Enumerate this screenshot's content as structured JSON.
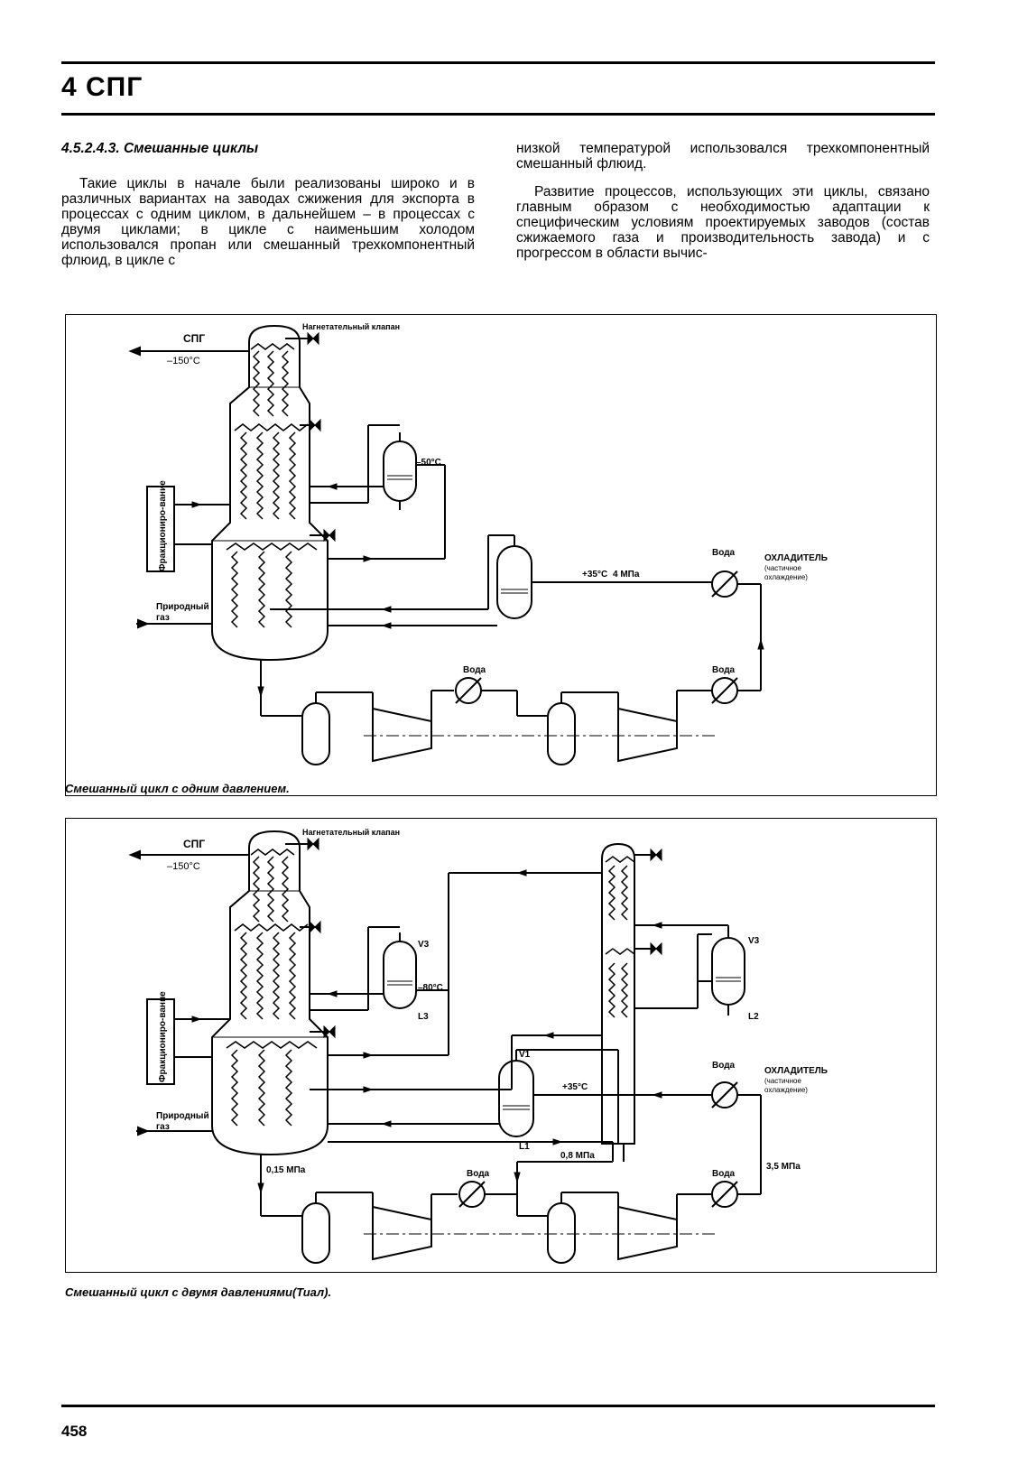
{
  "header": {
    "chapter": "4  СПГ"
  },
  "section": {
    "heading": "4.5.2.4.3. Смешанные циклы",
    "left_paragraph": "Такие циклы в начале были реализованы широко и в различных вариантах на заводах сжижения для экспорта в процессах с одним циклом, в дальнейшем – в процессах с двумя циклами; в цикле с наименьшим холодом использовался пропан или смешанный трехкомпонентный флюид, в цикле с",
    "right_paragraph_1": "низкой температурой использовался трехкомпонентный смешанный флюид.",
    "right_paragraph_2": "Развитие процессов, использующих эти циклы, связано главным образом с необходимостью адаптации к специфическим условиям проектируемых заводов (состав сжижаемого газа и производительность завода) и с прогрессом в области вычис-"
  },
  "figure1": {
    "caption": "Смешанный цикл с одним давлением.",
    "labels": {
      "lng": "СПГ",
      "lng_temp": "–150°C",
      "valve": "Нагнетательный клапан",
      "temp_50": "–50°C",
      "fractionation": "Фракциониро-вание",
      "natural_gas_1": "Природный",
      "natural_gas_2": "газ",
      "temp_35": "+35°C",
      "press_4": "4 МПа",
      "water_1": "Вода",
      "water_2": "Вода",
      "water_3": "Вода",
      "cooler": "ОХЛАДИТЕЛЬ",
      "cooler_sub_1": "(частичное",
      "cooler_sub_2": "охлаждение)"
    }
  },
  "figure2": {
    "caption": "Смешанный цикл с двумя давлениями(Тиал).",
    "labels": {
      "lng": "СПГ",
      "lng_temp": "–150°C",
      "valve": "Нагнетательный клапан",
      "v3_left": "V3",
      "l3": "L3",
      "temp_80": "–80°C",
      "fractionation": "Фракциониро-вание",
      "natural_gas_1": "Природный",
      "natural_gas_2": "газ",
      "v3_right": "V3",
      "l2": "L2",
      "v1": "V1",
      "l1": "L1",
      "temp_35": "+35°C",
      "press_08": "0,8 МПа",
      "press_015": "0,15 МПа",
      "press_35": "3,5 МПа",
      "water_1": "Вода",
      "water_2": "Вода",
      "water_3": "Вода",
      "cooler": "ОХЛАДИТЕЛЬ",
      "cooler_sub_1": "(частичное",
      "cooler_sub_2": "охлаждение)"
    }
  },
  "footer": {
    "page_number": "458"
  }
}
